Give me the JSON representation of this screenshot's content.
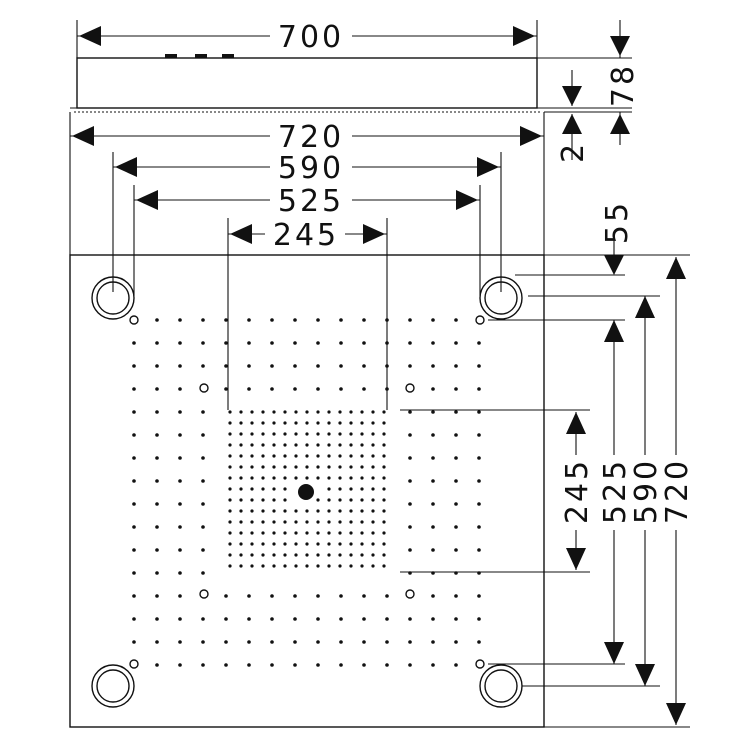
{
  "diagram": {
    "dimensions": {
      "top_width": "700",
      "side_height": "78",
      "small_gap": "2",
      "outer_width": "720",
      "hole_span": "590",
      "spray_width": "525",
      "center_width": "245",
      "corner_offset": "55",
      "v_center": "245",
      "v_spray": "525",
      "v_hole": "590",
      "v_outer": "720"
    }
  }
}
